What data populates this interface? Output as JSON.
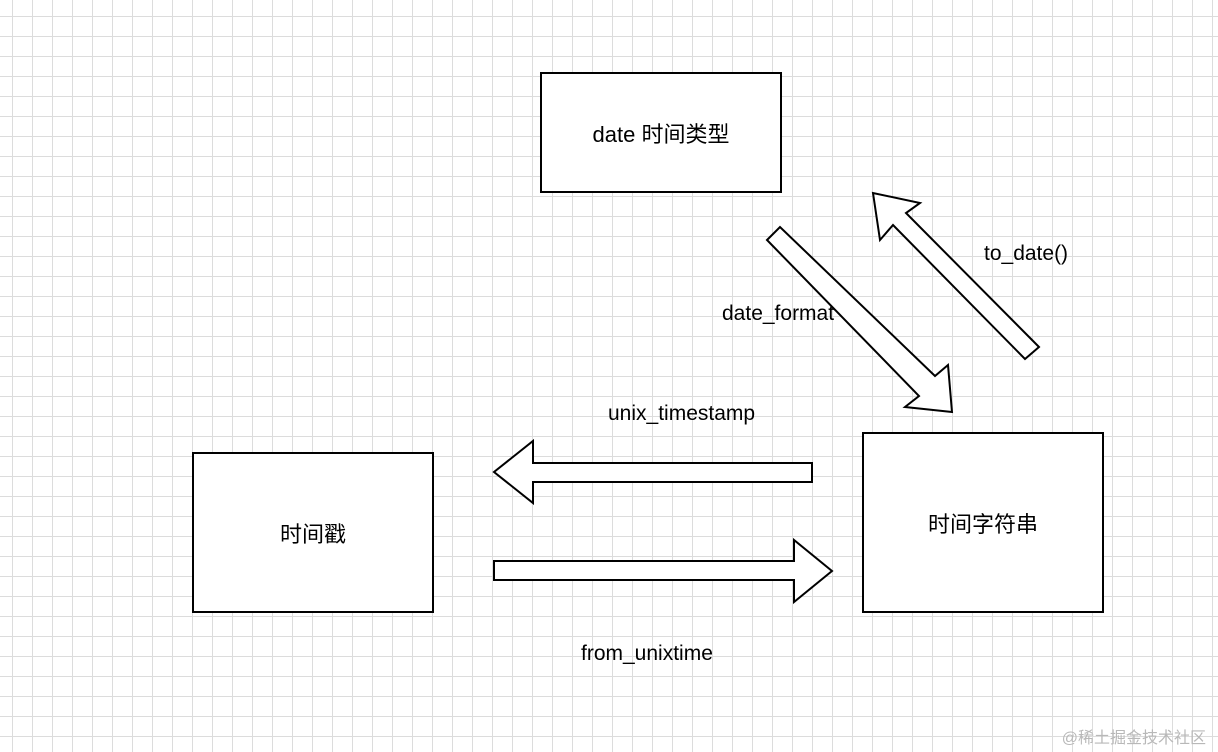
{
  "nodes": {
    "date_type": "date 时间类型",
    "timestamp": "时间戳",
    "time_string": "时间字符串"
  },
  "edges": {
    "date_format": "date_format",
    "to_date": "to_date()",
    "unix_timestamp": "unix_timestamp",
    "from_unixtime": "from_unixtime"
  },
  "watermark": "@稀土掘金技术社区"
}
